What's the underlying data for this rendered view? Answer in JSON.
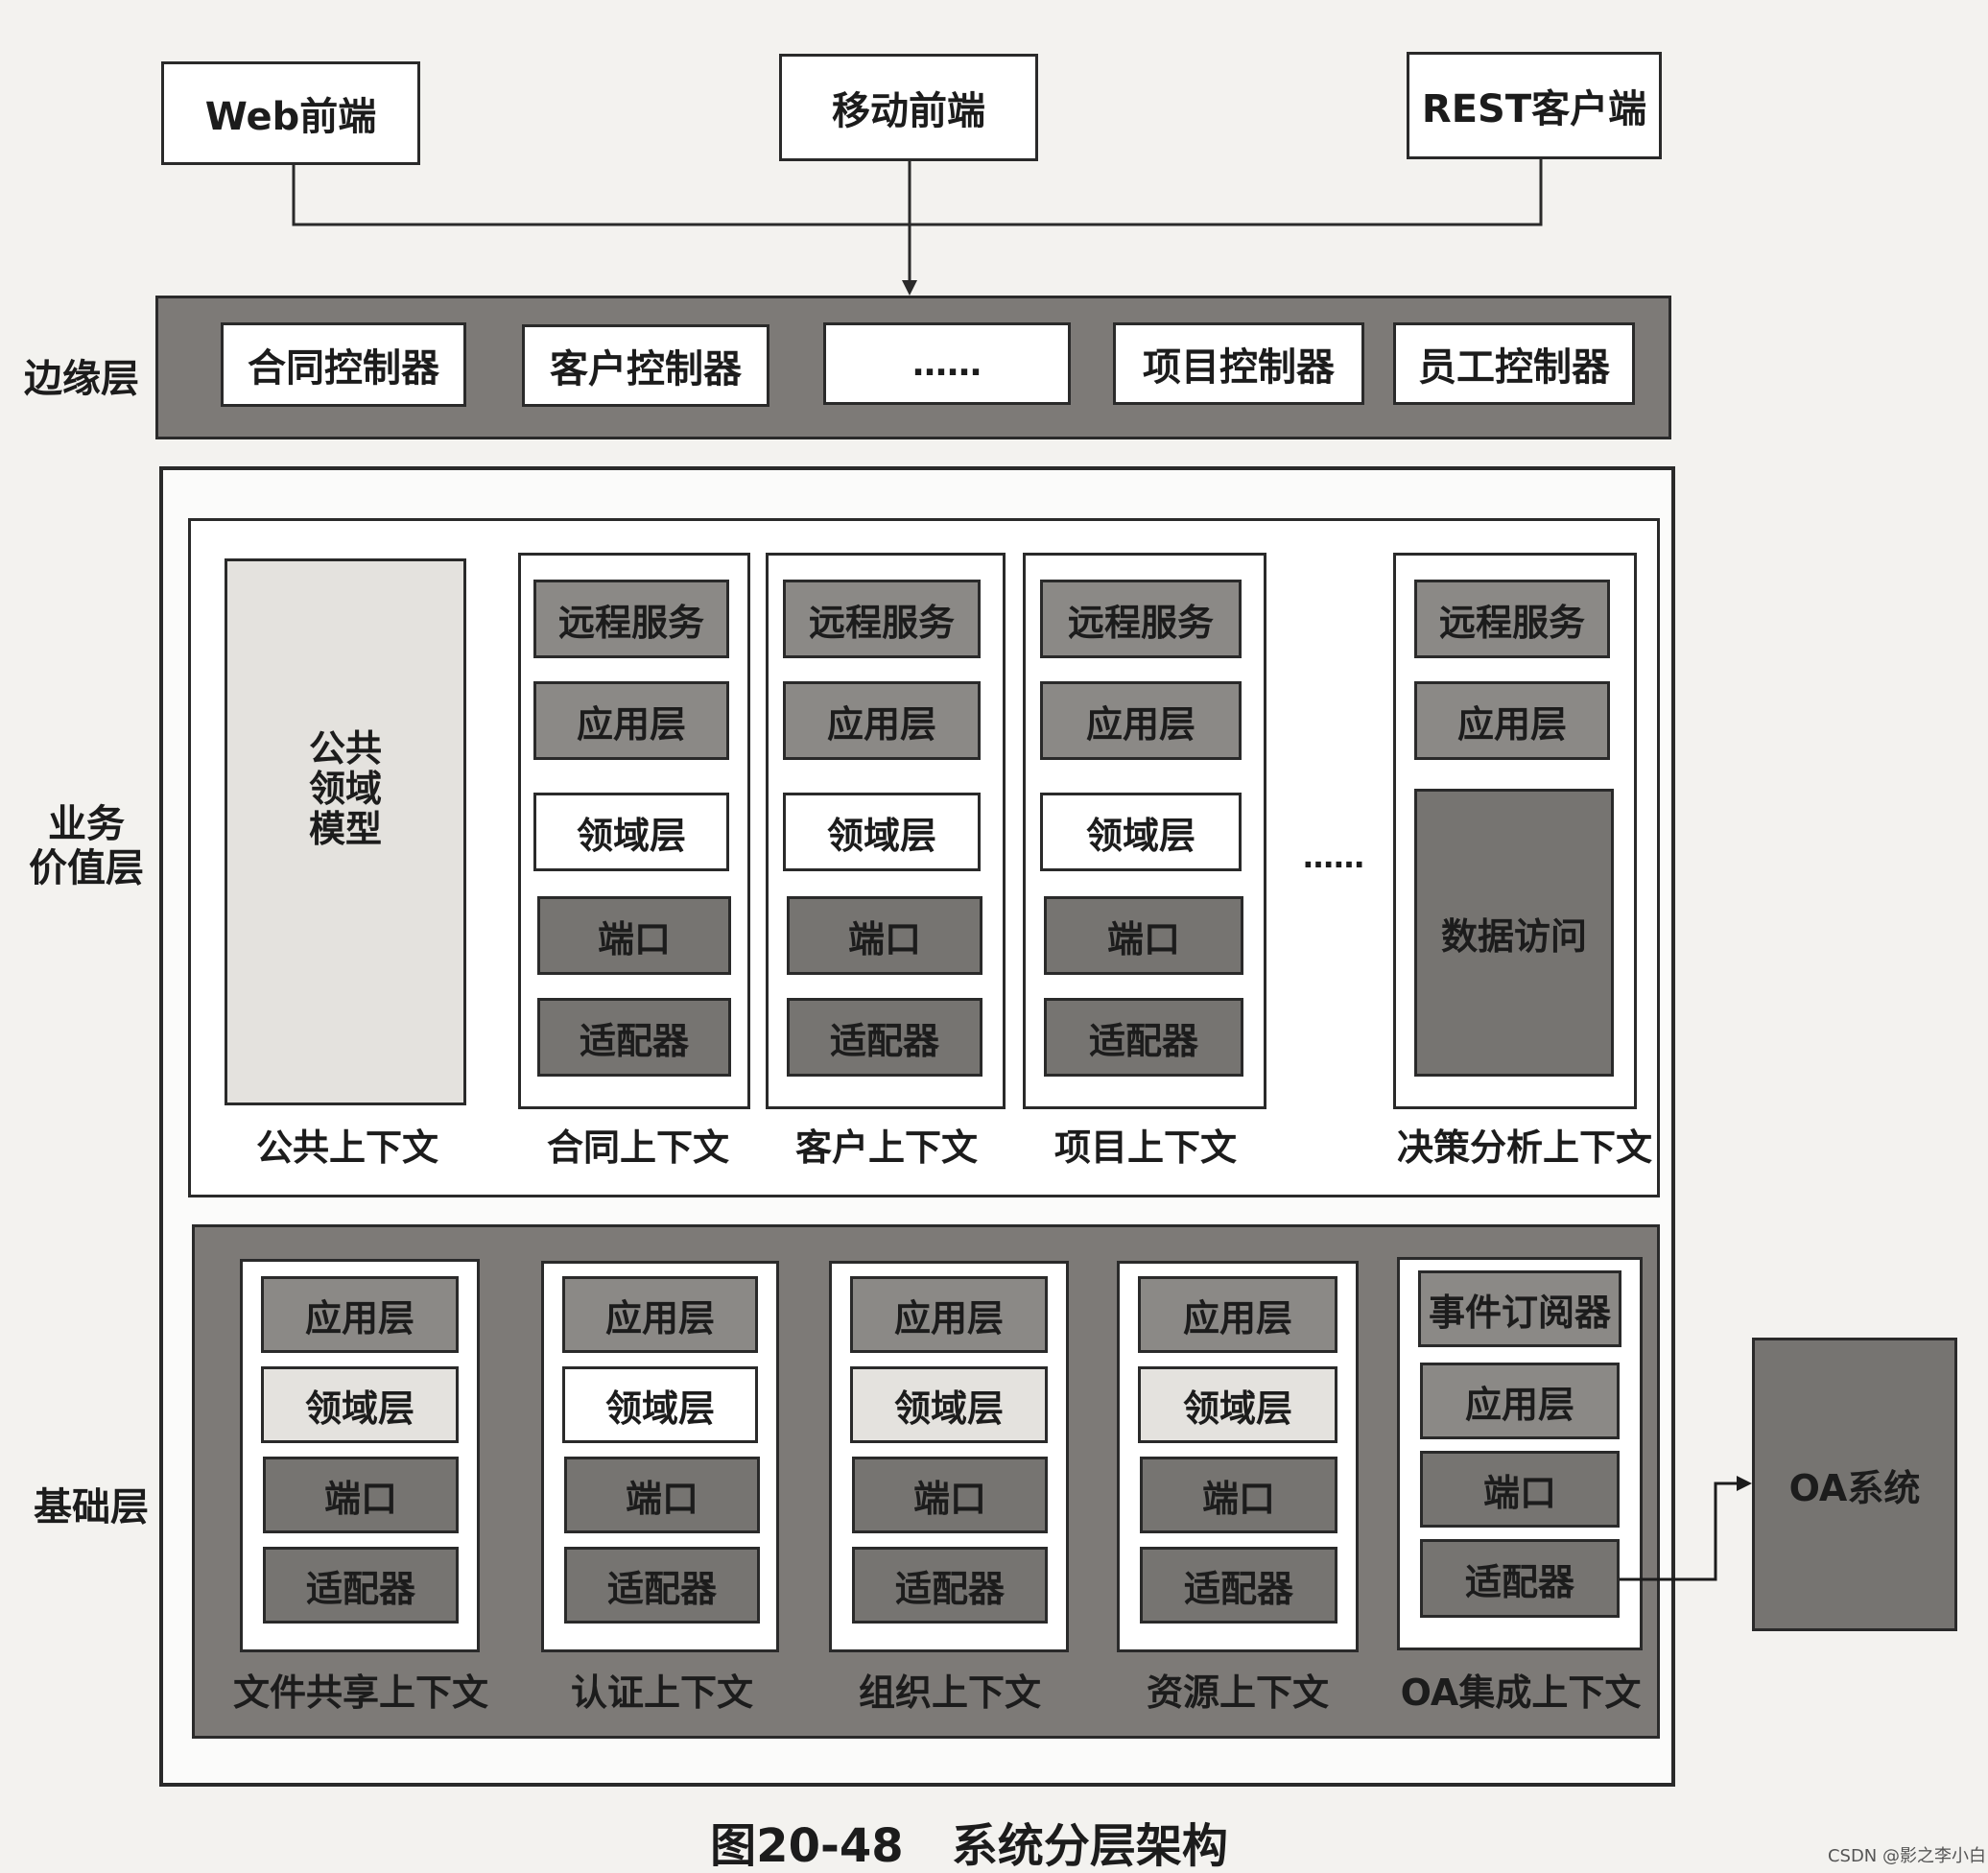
{
  "clients": {
    "web": "Web前端",
    "mobile": "移动前端",
    "rest": "REST客户端"
  },
  "layers": {
    "edge": "边缘层",
    "business_line1": "业务",
    "business_line2": "价值层",
    "foundation": "基础层"
  },
  "edge_controllers": {
    "contract": "合同控制器",
    "customer": "客户控制器",
    "ellipsis": "……",
    "project": "项目控制器",
    "employee": "员工控制器"
  },
  "public_context": {
    "model_line1": "公共",
    "model_line2": "领域",
    "model_line3": "模型",
    "label": "公共上下文"
  },
  "business_contexts": {
    "contract": {
      "remote": "远程服务",
      "app": "应用层",
      "domain": "领域层",
      "port": "端口",
      "adapter": "适配器",
      "label": "合同上下文"
    },
    "customer": {
      "remote": "远程服务",
      "app": "应用层",
      "domain": "领域层",
      "port": "端口",
      "adapter": "适配器",
      "label": "客户上下文"
    },
    "project": {
      "remote": "远程服务",
      "app": "应用层",
      "domain": "领域层",
      "port": "端口",
      "adapter": "适配器",
      "label": "项目上下文"
    },
    "ellipsis": "……",
    "decision": {
      "remote": "远程服务",
      "app": "应用层",
      "data_access": "数据访问",
      "label": "决策分析上下文"
    }
  },
  "foundation_contexts": {
    "file_share": {
      "app": "应用层",
      "domain": "领域层",
      "port": "端口",
      "adapter": "适配器",
      "label": "文件共享上下文"
    },
    "auth": {
      "app": "应用层",
      "domain": "领域层",
      "port": "端口",
      "adapter": "适配器",
      "label": "认证上下文"
    },
    "org": {
      "app": "应用层",
      "domain": "领域层",
      "port": "端口",
      "adapter": "适配器",
      "label": "组织上下文"
    },
    "resource": {
      "app": "应用层",
      "domain": "领域层",
      "port": "端口",
      "adapter": "适配器",
      "label": "资源上下文"
    },
    "oa": {
      "subscriber": "事件订阅器",
      "app": "应用层",
      "port": "端口",
      "adapter": "适配器",
      "label": "OA集成上下文"
    }
  },
  "external": {
    "oa_system": "OA系统"
  },
  "caption": "图20-48   系统分层架构",
  "watermark": "CSDN @影之李小白"
}
